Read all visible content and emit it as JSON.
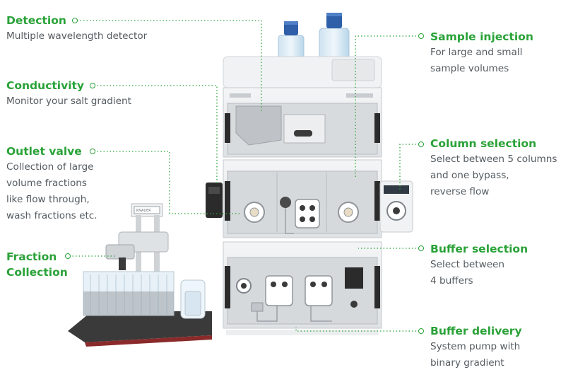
{
  "callouts": {
    "detection": {
      "title": "Detection",
      "lines": [
        "Multiple wavelength detector"
      ]
    },
    "conductivity": {
      "title": "Conductivity",
      "lines": [
        "Monitor your salt gradient"
      ]
    },
    "outlet_valve": {
      "title": "Outlet valve",
      "lines": [
        "Collection of large",
        "volume fractions",
        "like flow through,",
        "wash fractions etc."
      ]
    },
    "fraction_collection": {
      "title_lines": [
        "Fraction",
        "Collection"
      ]
    },
    "sample_injection": {
      "title": "Sample injection",
      "lines": [
        "For large and small",
        "sample volumes"
      ]
    },
    "column_selection": {
      "title": "Column selection",
      "lines": [
        "Select between 5 columns",
        "and one bypass,",
        "reverse flow"
      ]
    },
    "buffer_selection": {
      "title": "Buffer selection",
      "lines": [
        "Select between",
        "4 buffers"
      ]
    },
    "buffer_delivery": {
      "title": "Buffer delivery",
      "lines": [
        "System pump with",
        "binary gradient"
      ]
    }
  },
  "device_label": "KNAUER",
  "colors": {
    "accent": "#2aa238",
    "text": "#555b60",
    "bottle_cap": "#2f5fa8",
    "tray": "#3a3a3a"
  }
}
